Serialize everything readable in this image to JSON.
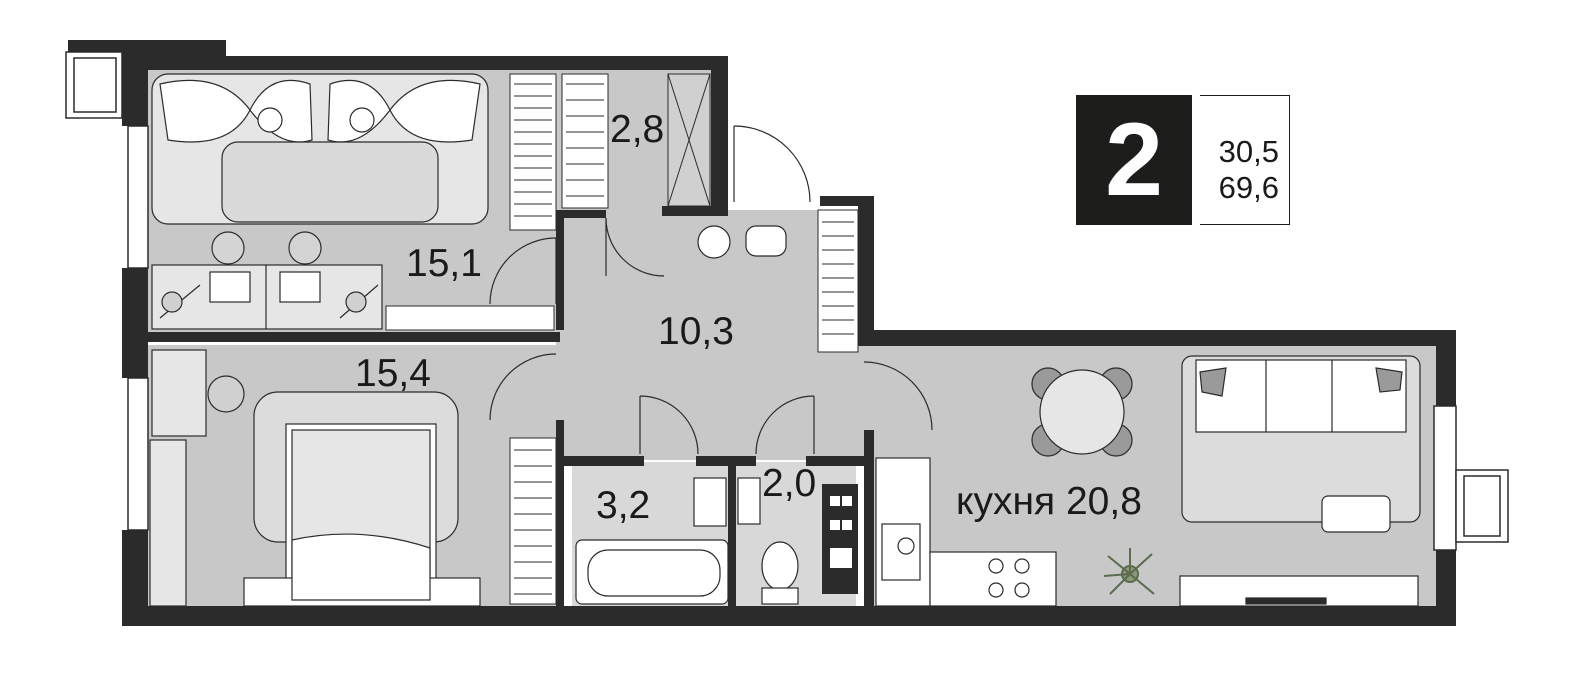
{
  "summary": {
    "rooms_count": "2",
    "living_area": "30,5",
    "total_area": "69,6"
  },
  "rooms": {
    "bedroom_top": "15,1",
    "wardrobe": "2,8",
    "hall": "10,3",
    "bedroom_bottom": "15,4",
    "bathroom": "3,2",
    "toilet": "2,0",
    "kitchen": "кухня 20,8"
  },
  "colors": {
    "wall": "#2b2b2b",
    "floor": "#c8c8c8",
    "furniture": "#e6e6e6",
    "accent": "#1d1d1b"
  },
  "icons": [
    "window-icon",
    "bed-icon",
    "desk-icon",
    "chair-icon",
    "wardrobe-icon",
    "door-icon",
    "bathtub-icon",
    "sink-icon",
    "toilet-icon",
    "stove-icon",
    "dining-table-icon",
    "sofa-icon",
    "plant-icon",
    "washing-machine-icon"
  ]
}
